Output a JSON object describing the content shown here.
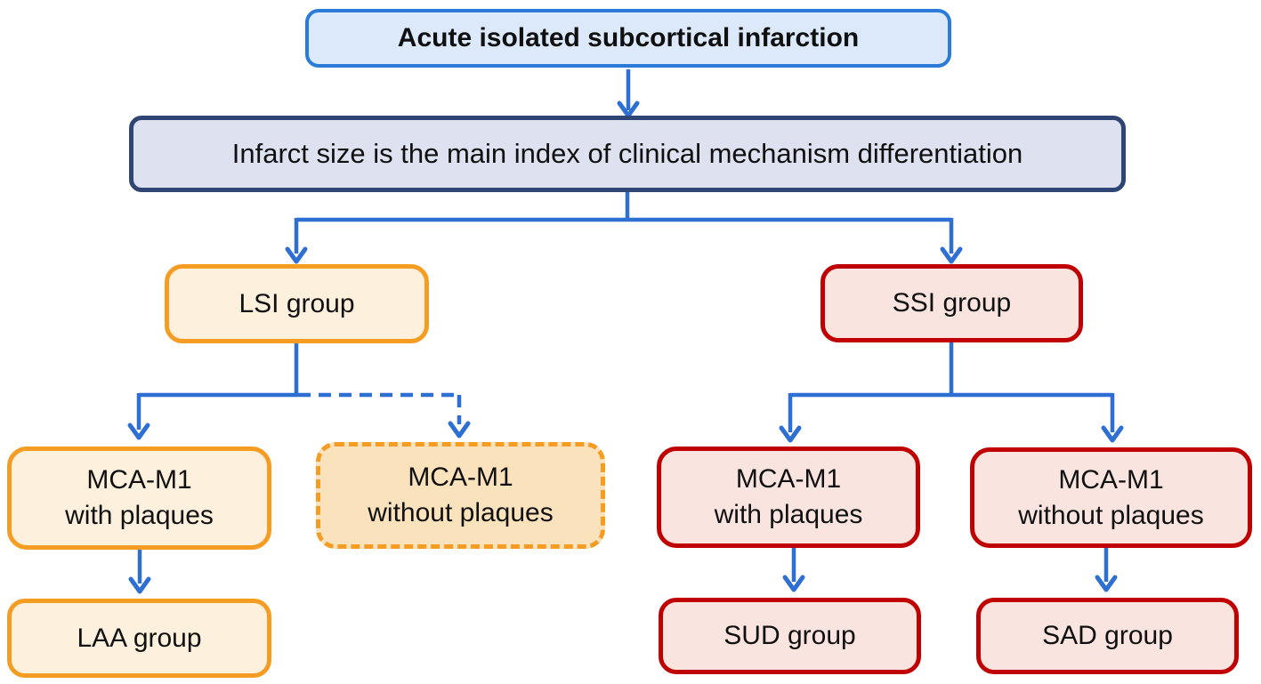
{
  "figure": {
    "type": "flowchart",
    "title_node": "Acute isolated subcortical infarction"
  },
  "nodes": {
    "root": {
      "label": "Acute isolated subcortical infarction"
    },
    "criterion": {
      "label": "Infarct size is the main index of clinical mechanism differentiation"
    },
    "lsi": {
      "label": "LSI group"
    },
    "ssi": {
      "label": "SSI group"
    },
    "lsi_with": {
      "line1": "MCA-M1",
      "line2": "with plaques"
    },
    "lsi_without": {
      "line1": "MCA-M1",
      "line2": "without plaques"
    },
    "ssi_with": {
      "line1": "MCA-M1",
      "line2": "with plaques"
    },
    "ssi_without": {
      "line1": "MCA-M1",
      "line2": "without plaques"
    },
    "laa": {
      "label": "LAA group"
    },
    "sud": {
      "label": "SUD group"
    },
    "sad": {
      "label": "SAD group"
    }
  },
  "edges": [
    {
      "from": "root",
      "to": "criterion",
      "style": "solid"
    },
    {
      "from": "criterion",
      "to": "lsi",
      "style": "solid"
    },
    {
      "from": "criterion",
      "to": "ssi",
      "style": "solid"
    },
    {
      "from": "lsi",
      "to": "lsi_with",
      "style": "solid"
    },
    {
      "from": "lsi",
      "to": "lsi_without",
      "style": "dashed"
    },
    {
      "from": "ssi",
      "to": "ssi_with",
      "style": "solid"
    },
    {
      "from": "ssi",
      "to": "ssi_without",
      "style": "solid"
    },
    {
      "from": "lsi_with",
      "to": "laa",
      "style": "solid"
    },
    {
      "from": "ssi_with",
      "to": "sud",
      "style": "solid"
    },
    {
      "from": "ssi_without",
      "to": "sad",
      "style": "solid"
    }
  ],
  "colors": {
    "arrow_blue": "#2E6FD4",
    "root_border": "#2B7CD9",
    "root_fill": "#DBE9FA",
    "criterion_border": "#2F4573",
    "criterion_fill": "#DEE1F0",
    "lsi_border": "#F59C23",
    "lsi_fill": "#FDF0DC",
    "lsi_dashed_fill": "#FAE2BD",
    "ssi_border": "#C00000",
    "ssi_fill": "#F9E4DF",
    "text": "#101010",
    "background": "#FFFFFF"
  }
}
